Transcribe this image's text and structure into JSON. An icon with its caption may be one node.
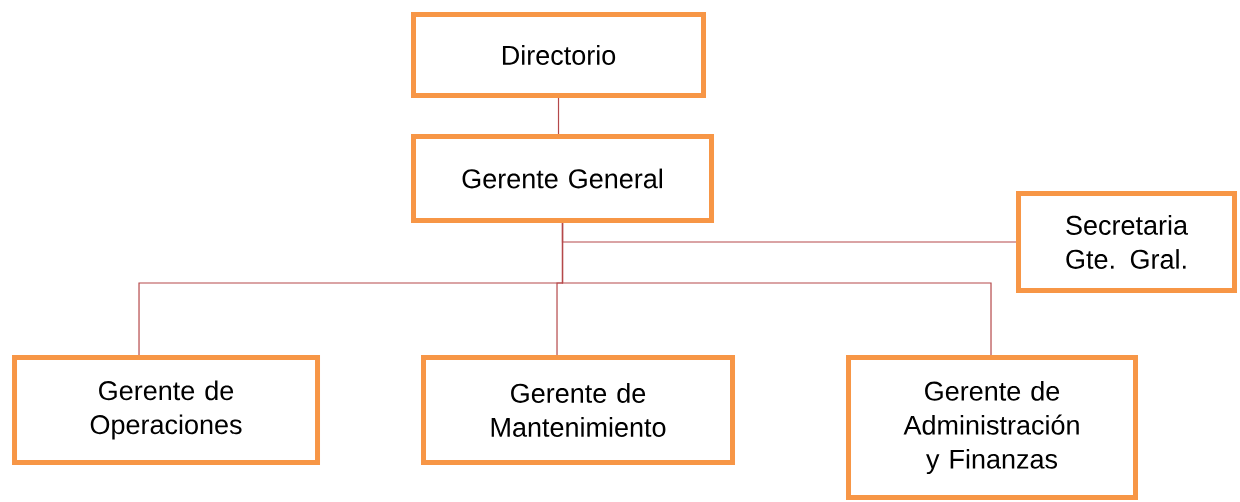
{
  "diagram": {
    "nodes": [
      {
        "text": [
          "Directorio"
        ]
      },
      {
        "text": [
          "Gerente General"
        ]
      },
      {
        "text": [
          "Secretaria Gte. Gral."
        ]
      },
      {
        "text": [
          "Gerente de Operaciones"
        ]
      },
      {
        "text": [
          "Gerente de Mantenimiento"
        ]
      },
      {
        "text": [
          "Gerente de Administración y Finanzas"
        ]
      }
    ],
    "edges": [
      {
        "from": 0,
        "to": 1,
        "arrow": "none"
      },
      {
        "from": 1,
        "to": 2,
        "arrow": "none"
      },
      {
        "from": 1,
        "to": 3,
        "arrow": "none"
      },
      {
        "from": 1,
        "to": 4,
        "arrow": "none"
      },
      {
        "from": 1,
        "to": 5,
        "arrow": "none"
      }
    ]
  }
}
